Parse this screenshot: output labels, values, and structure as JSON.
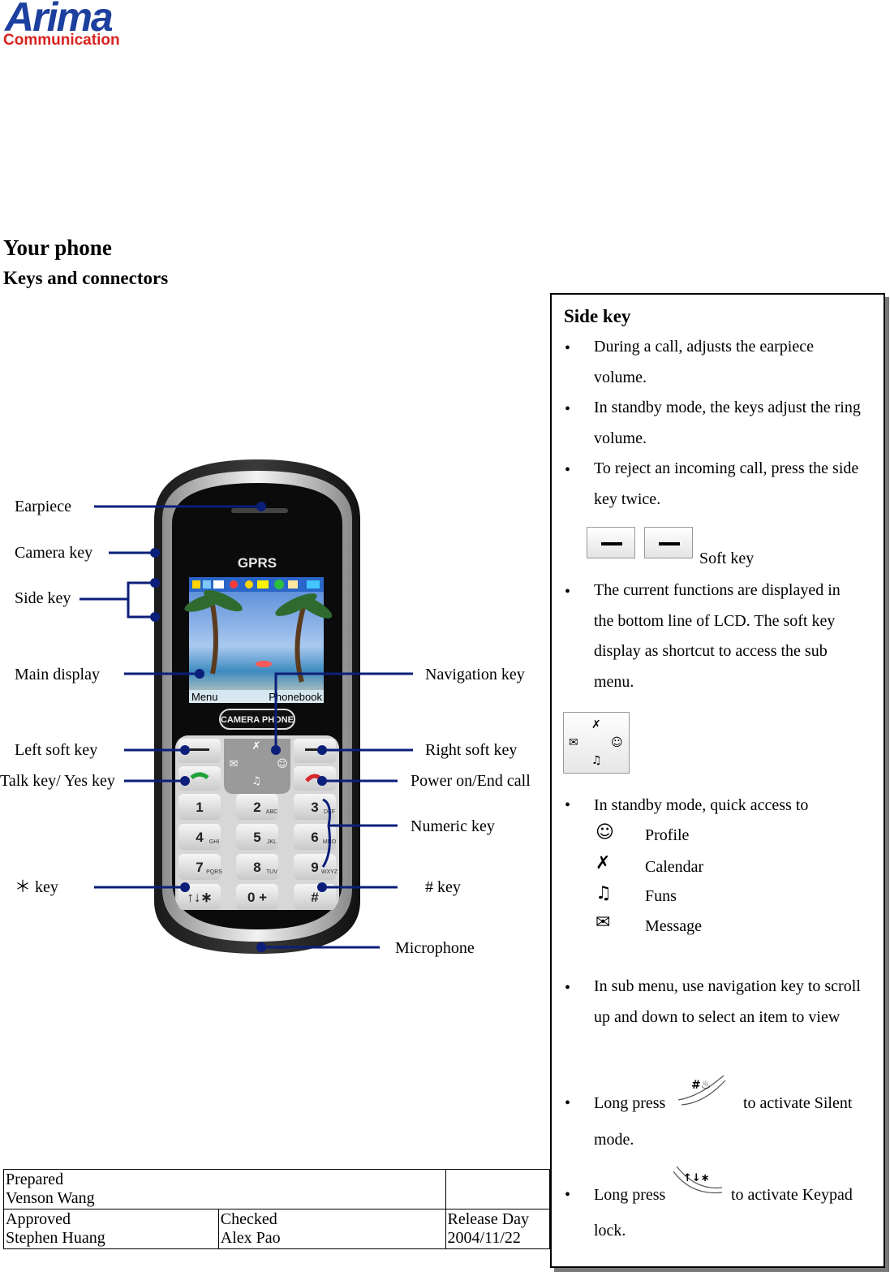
{
  "logo": {
    "word": "Arima",
    "sub": "Communication"
  },
  "section_title": "Your phone",
  "subsection_title": "Keys and connectors",
  "phone": {
    "brand": "GPRS",
    "badge": "CAMERA PHONE",
    "softkey_left": "Menu",
    "softkey_right": "Phonebook",
    "keys": [
      {
        "num": "1",
        "letters": ""
      },
      {
        "num": "2",
        "letters": "ABC"
      },
      {
        "num": "3",
        "letters": "DEF"
      },
      {
        "num": "4",
        "letters": "GHI"
      },
      {
        "num": "5",
        "letters": "JKL"
      },
      {
        "num": "6",
        "letters": "MNO"
      },
      {
        "num": "7",
        "letters": "PQRS"
      },
      {
        "num": "8",
        "letters": "TUV"
      },
      {
        "num": "9",
        "letters": "WXYZ"
      },
      {
        "num": "↑↓∗",
        "letters": ""
      },
      {
        "num": "0 +",
        "letters": ""
      },
      {
        "num": "#",
        "letters": ""
      }
    ]
  },
  "callouts": {
    "earpiece": "Earpiece",
    "camera_key": "Camera key",
    "side_key": "Side key",
    "main_display": "Main display",
    "left_soft_key": "Left soft key",
    "talk_key": "Talk key/ Yes key",
    "star_key": "＊ key",
    "navigation_key": "Navigation key",
    "right_soft_key": "Right soft key",
    "power_key": "Power on/End call",
    "numeric_key": "Numeric key",
    "hash_key": "# key",
    "microphone": "Microphone"
  },
  "panel": {
    "title": "Side key",
    "side_key_lines": [
      "During a call, adjusts the earpiece",
      "volume.",
      "In standby mode, the keys adjust the ring",
      "volume.",
      "To reject an incoming call, press the side",
      "key twice."
    ],
    "soft_key_label": "Soft key",
    "soft_key_lines": [
      "The current functions are displayed in",
      "the bottom line of LCD. The soft key",
      "display as shortcut to access the sub",
      "menu."
    ],
    "quick_access": "In standby mode, quick access to",
    "menu_items": [
      {
        "icon": "profile-icon",
        "label": "Profile"
      },
      {
        "icon": "calendar-icon",
        "label": "Calendar"
      },
      {
        "icon": "funs-icon",
        "label": "Funs"
      },
      {
        "icon": "message-icon",
        "label": "Message"
      }
    ],
    "submenu_lines": [
      "In sub menu, use navigation key to scroll",
      "up and down to select an item to view"
    ],
    "long_press": "Long press",
    "silent_tail": "to activate Silent",
    "silent_tail2": "mode.",
    "keypad_tail": "to activate Keypad",
    "keypad_tail2": "lock."
  },
  "footer": {
    "prepared_label": "Prepared",
    "prepared_name": "Venson Wang",
    "approved_label": "Approved",
    "approved_name": "Stephen Huang",
    "checked_label": "Checked",
    "checked_name": "Alex Pao",
    "release_label": "Release Day",
    "release_date": "2004/11/22"
  }
}
